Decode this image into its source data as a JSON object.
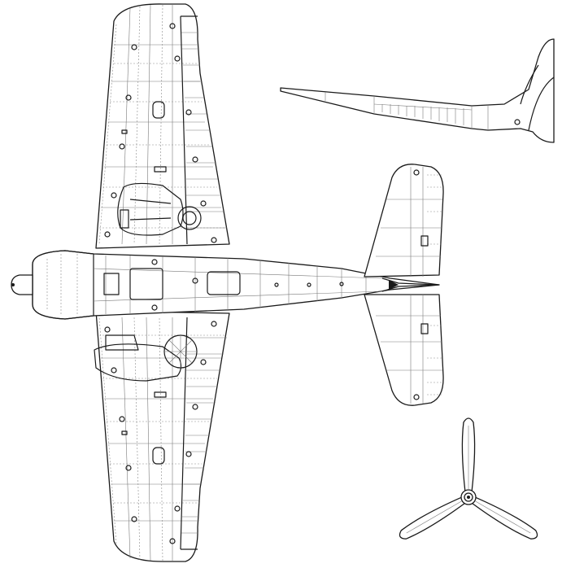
{
  "drawing": {
    "background": "#ffffff",
    "ink_color": "#1a1a1a",
    "panel_line_color": "#7a7a7a",
    "views": [
      {
        "id": "planform",
        "icon": "aircraft-planform-view"
      },
      {
        "id": "front-wing",
        "icon": "wing-front-elevation-view"
      },
      {
        "id": "propeller",
        "icon": "three-blade-propeller-view"
      }
    ]
  }
}
